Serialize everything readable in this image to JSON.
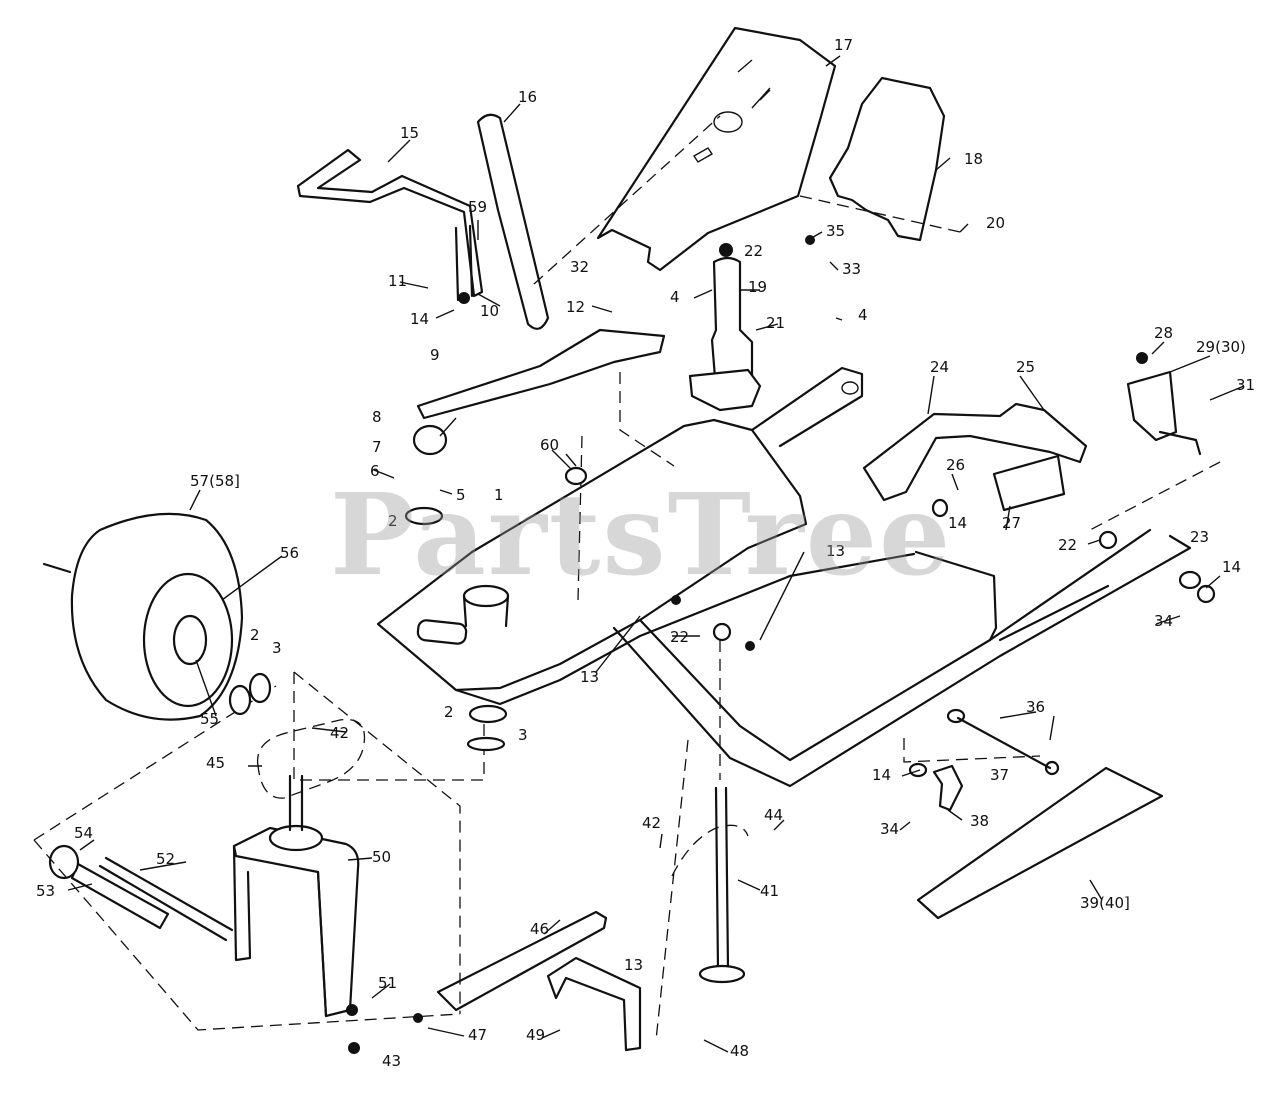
{
  "watermark": "PartsTree",
  "callouts": [
    {
      "id": "c1",
      "text": "1"
    },
    {
      "id": "c2a",
      "text": "2"
    },
    {
      "id": "c2b",
      "text": "2"
    },
    {
      "id": "c2c",
      "text": "2"
    },
    {
      "id": "c3a",
      "text": "3"
    },
    {
      "id": "c3b",
      "text": "3"
    },
    {
      "id": "c4a",
      "text": "4"
    },
    {
      "id": "c4b",
      "text": "4"
    },
    {
      "id": "c5",
      "text": "5"
    },
    {
      "id": "c6",
      "text": "6"
    },
    {
      "id": "c7",
      "text": "7"
    },
    {
      "id": "c8",
      "text": "8"
    },
    {
      "id": "c9",
      "text": "9"
    },
    {
      "id": "c10",
      "text": "10"
    },
    {
      "id": "c11",
      "text": "11"
    },
    {
      "id": "c12",
      "text": "12"
    },
    {
      "id": "c13a",
      "text": "13"
    },
    {
      "id": "c13b",
      "text": "13"
    },
    {
      "id": "c13c",
      "text": "13"
    },
    {
      "id": "c14a",
      "text": "14"
    },
    {
      "id": "c14b",
      "text": "14"
    },
    {
      "id": "c14c",
      "text": "14"
    },
    {
      "id": "c14d",
      "text": "14"
    },
    {
      "id": "c15",
      "text": "15"
    },
    {
      "id": "c16",
      "text": "16"
    },
    {
      "id": "c17",
      "text": "17"
    },
    {
      "id": "c18",
      "text": "18"
    },
    {
      "id": "c19",
      "text": "19"
    },
    {
      "id": "c20",
      "text": "20"
    },
    {
      "id": "c21",
      "text": "21"
    },
    {
      "id": "c22a",
      "text": "22"
    },
    {
      "id": "c22b",
      "text": "22"
    },
    {
      "id": "c22c",
      "text": "22"
    },
    {
      "id": "c23",
      "text": "23"
    },
    {
      "id": "c24",
      "text": "24"
    },
    {
      "id": "c25",
      "text": "25"
    },
    {
      "id": "c26",
      "text": "26"
    },
    {
      "id": "c27",
      "text": "27"
    },
    {
      "id": "c28",
      "text": "28"
    },
    {
      "id": "c29",
      "text": "29(30)"
    },
    {
      "id": "c31",
      "text": "31"
    },
    {
      "id": "c32",
      "text": "32"
    },
    {
      "id": "c33",
      "text": "33"
    },
    {
      "id": "c34a",
      "text": "34"
    },
    {
      "id": "c34b",
      "text": "34"
    },
    {
      "id": "c35",
      "text": "35"
    },
    {
      "id": "c36",
      "text": "36"
    },
    {
      "id": "c37",
      "text": "37"
    },
    {
      "id": "c38",
      "text": "38"
    },
    {
      "id": "c39",
      "text": "39(40]"
    },
    {
      "id": "c41",
      "text": "41"
    },
    {
      "id": "c42a",
      "text": "42"
    },
    {
      "id": "c42b",
      "text": "42"
    },
    {
      "id": "c43",
      "text": "43"
    },
    {
      "id": "c44",
      "text": "44"
    },
    {
      "id": "c45",
      "text": "45"
    },
    {
      "id": "c46",
      "text": "46"
    },
    {
      "id": "c47",
      "text": "47"
    },
    {
      "id": "c48",
      "text": "48"
    },
    {
      "id": "c49",
      "text": "49"
    },
    {
      "id": "c50",
      "text": "50"
    },
    {
      "id": "c51",
      "text": "51"
    },
    {
      "id": "c52",
      "text": "52"
    },
    {
      "id": "c53",
      "text": "53"
    },
    {
      "id": "c54",
      "text": "54"
    },
    {
      "id": "c55",
      "text": "55"
    },
    {
      "id": "c56",
      "text": "56"
    },
    {
      "id": "c57",
      "text": "57(58]"
    },
    {
      "id": "c59",
      "text": "59"
    },
    {
      "id": "c60",
      "text": "60"
    }
  ]
}
